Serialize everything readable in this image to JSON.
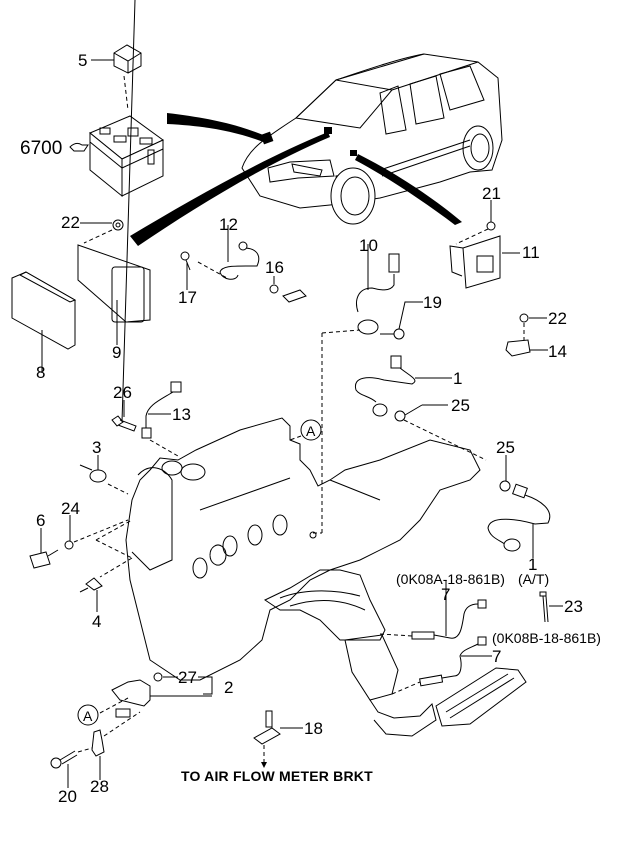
{
  "diagram": {
    "title": "Engine control / sensor parts diagram",
    "vehicle": "SUV (front 3/4 view)",
    "callouts": [
      {
        "id": "c5",
        "label": "5",
        "part": "relay"
      },
      {
        "id": "c6700",
        "label": "6700",
        "part": "junction box"
      },
      {
        "id": "c22a",
        "label": "22",
        "part": "nut"
      },
      {
        "id": "c8",
        "label": "8",
        "part": "engine control module"
      },
      {
        "id": "c9",
        "label": "9",
        "part": "ECM bracket"
      },
      {
        "id": "c12",
        "label": "12",
        "part": "sensor harness"
      },
      {
        "id": "c17",
        "label": "17",
        "part": "bolt"
      },
      {
        "id": "c16",
        "label": "16",
        "part": "bracket"
      },
      {
        "id": "c10",
        "label": "10",
        "part": "position sensor"
      },
      {
        "id": "c19",
        "label": "19",
        "part": "bolt"
      },
      {
        "id": "c21",
        "label": "21",
        "part": "nut"
      },
      {
        "id": "c11",
        "label": "11",
        "part": "control unit"
      },
      {
        "id": "c22b",
        "label": "22",
        "part": "nut"
      },
      {
        "id": "c14",
        "label": "14",
        "part": "sensor"
      },
      {
        "id": "c1a",
        "label": "1",
        "part": "sensor"
      },
      {
        "id": "c25a",
        "label": "25",
        "part": "gasket"
      },
      {
        "id": "c26",
        "label": "26",
        "part": "bolt"
      },
      {
        "id": "c13",
        "label": "13",
        "part": "knock sensor"
      },
      {
        "id": "c3",
        "label": "3",
        "part": "sender"
      },
      {
        "id": "c24",
        "label": "24",
        "part": "washer"
      },
      {
        "id": "c6",
        "label": "6",
        "part": "temperature sensor"
      },
      {
        "id": "c4",
        "label": "4",
        "part": "sender"
      },
      {
        "id": "c25b",
        "label": "25",
        "part": "gasket"
      },
      {
        "id": "c1b",
        "label": "1",
        "part": "sensor"
      },
      {
        "id": "c23",
        "label": "23",
        "part": "bolt"
      },
      {
        "id": "c7a",
        "label": "7",
        "part": "oxygen sensor"
      },
      {
        "id": "c7b",
        "label": "7",
        "part": "oxygen sensor"
      },
      {
        "id": "c27",
        "label": "27",
        "part": "o-ring"
      },
      {
        "id": "c2",
        "label": "2",
        "part": "cam sensor"
      },
      {
        "id": "c18",
        "label": "18",
        "part": "bracket"
      },
      {
        "id": "c20",
        "label": "20",
        "part": "bolt"
      },
      {
        "id": "c28",
        "label": "28",
        "part": "clip"
      }
    ],
    "ref_markers": [
      {
        "id": "refA1",
        "label": "A"
      },
      {
        "id": "refA2",
        "label": "A"
      }
    ],
    "annotations": {
      "at": "(A/T)",
      "part_no_a": "(0K08A-18-861B)",
      "part_no_b": "(0K08B-18-861B)",
      "air_flow_note": "TO AIR FLOW METER BRKT"
    }
  }
}
